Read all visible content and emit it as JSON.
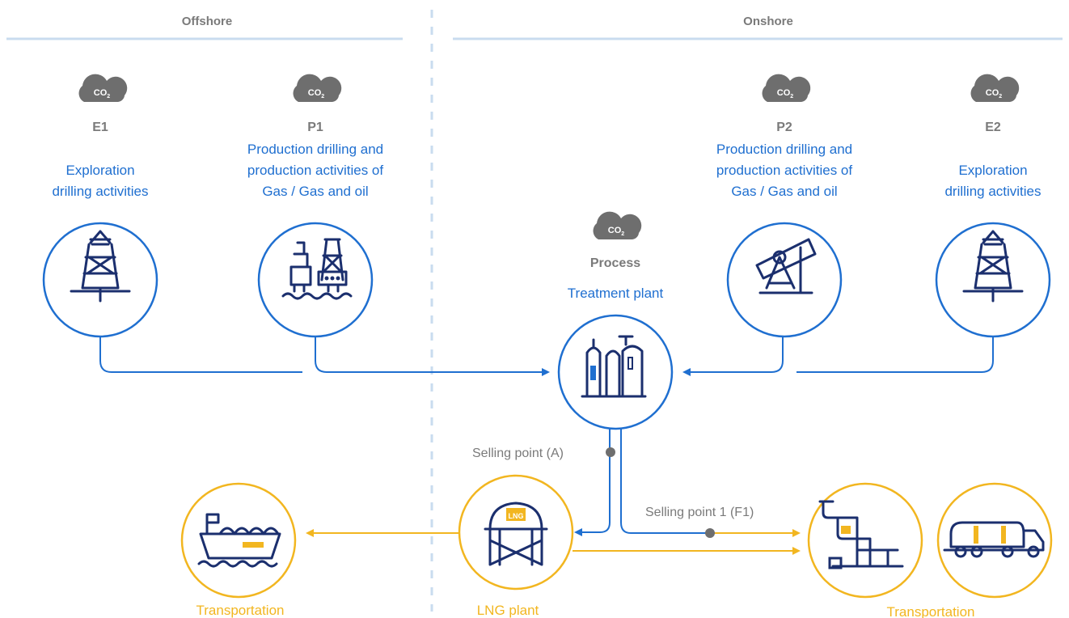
{
  "regions": {
    "offshore": "Offshore",
    "onshore": "Onshore"
  },
  "co2_label": "CO",
  "co2_sub": "2",
  "nodes": {
    "e1": {
      "code": "E1",
      "lines": [
        "Exploration",
        "drilling activities"
      ]
    },
    "p1": {
      "code": "P1",
      "lines": [
        "Production drilling and",
        "production activities of",
        "Gas / Gas and oil"
      ]
    },
    "process": {
      "code": "Process",
      "lines": [
        "Treatment plant"
      ]
    },
    "p2": {
      "code": "P2",
      "lines": [
        "Production drilling and",
        "production activities of",
        "Gas / Gas and oil"
      ]
    },
    "e2": {
      "code": "E2",
      "lines": [
        "Exploration",
        "drilling activities"
      ]
    }
  },
  "selling_points": {
    "a": "Selling point (A)",
    "f1": "Selling point 1 (F1)"
  },
  "bottom": {
    "transport_left": "Transportation",
    "lng_plant": "LNG plant",
    "lng_tank_text": "LNG",
    "transport_right": "Transportation"
  },
  "colors": {
    "blue": "#1f6fd0",
    "navy": "#1b2f6e",
    "orange": "#f2b620",
    "grey": "#7a7a7a",
    "divider": "#c9dcef",
    "cloud": "#6e6e6e"
  }
}
